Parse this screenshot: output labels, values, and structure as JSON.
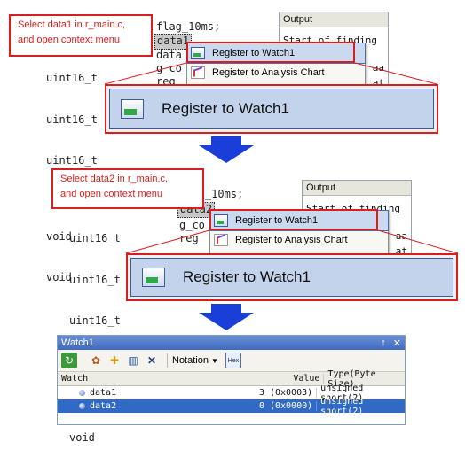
{
  "step1": {
    "callout_line1": "Select data1 in r_main.c,",
    "callout_line2": "and open context menu",
    "code": [
      "flag_10ms;",
      "data1",
      "uint16_t",
      "uint16_t",
      "void",
      "void"
    ],
    "code_right": [
      "g_co",
      "reg"
    ],
    "output_title": "Output",
    "output_line": "Start of finding",
    "output_frag1": "aa",
    "output_frag2": "at",
    "menu": [
      "Register to Watch1",
      "Register to Analysis Chart"
    ],
    "zoom_label": "Register to Watch1"
  },
  "step2": {
    "callout_line1": "Select data2 in r_main.c,",
    "callout_line2": "and open context menu",
    "code": [
      "flag_10ms;",
      "data2",
      "uint16_t",
      "uint16_t",
      "uint16_t",
      "void",
      "void"
    ],
    "code_right": [
      "g_co",
      "reg"
    ],
    "output_title": "Output",
    "output_line": "Start of finding",
    "output_frag1": "aa",
    "output_frag2": "at",
    "menu": [
      "Register to Watch1",
      "Register to Analysis Chart"
    ],
    "zoom_label": "Register to Watch1"
  },
  "watch": {
    "title": "Watch1",
    "pin": "↑",
    "close": "✕",
    "notation_label": "Notation",
    "hex_label": "Hex",
    "columns": [
      "Watch",
      "Value",
      "Type(Byte Size)"
    ],
    "rows": [
      {
        "name": "data1",
        "value": "3 (0x0003)",
        "type": "unsigned short(2)"
      },
      {
        "name": "data2",
        "value": "0 (0x0000)",
        "type": "unsigned short(2)"
      }
    ]
  },
  "colors": {
    "accent_red": "#d81e1e",
    "arrow_blue": "#1a3fd8",
    "highlight": "#cbd9ef"
  }
}
